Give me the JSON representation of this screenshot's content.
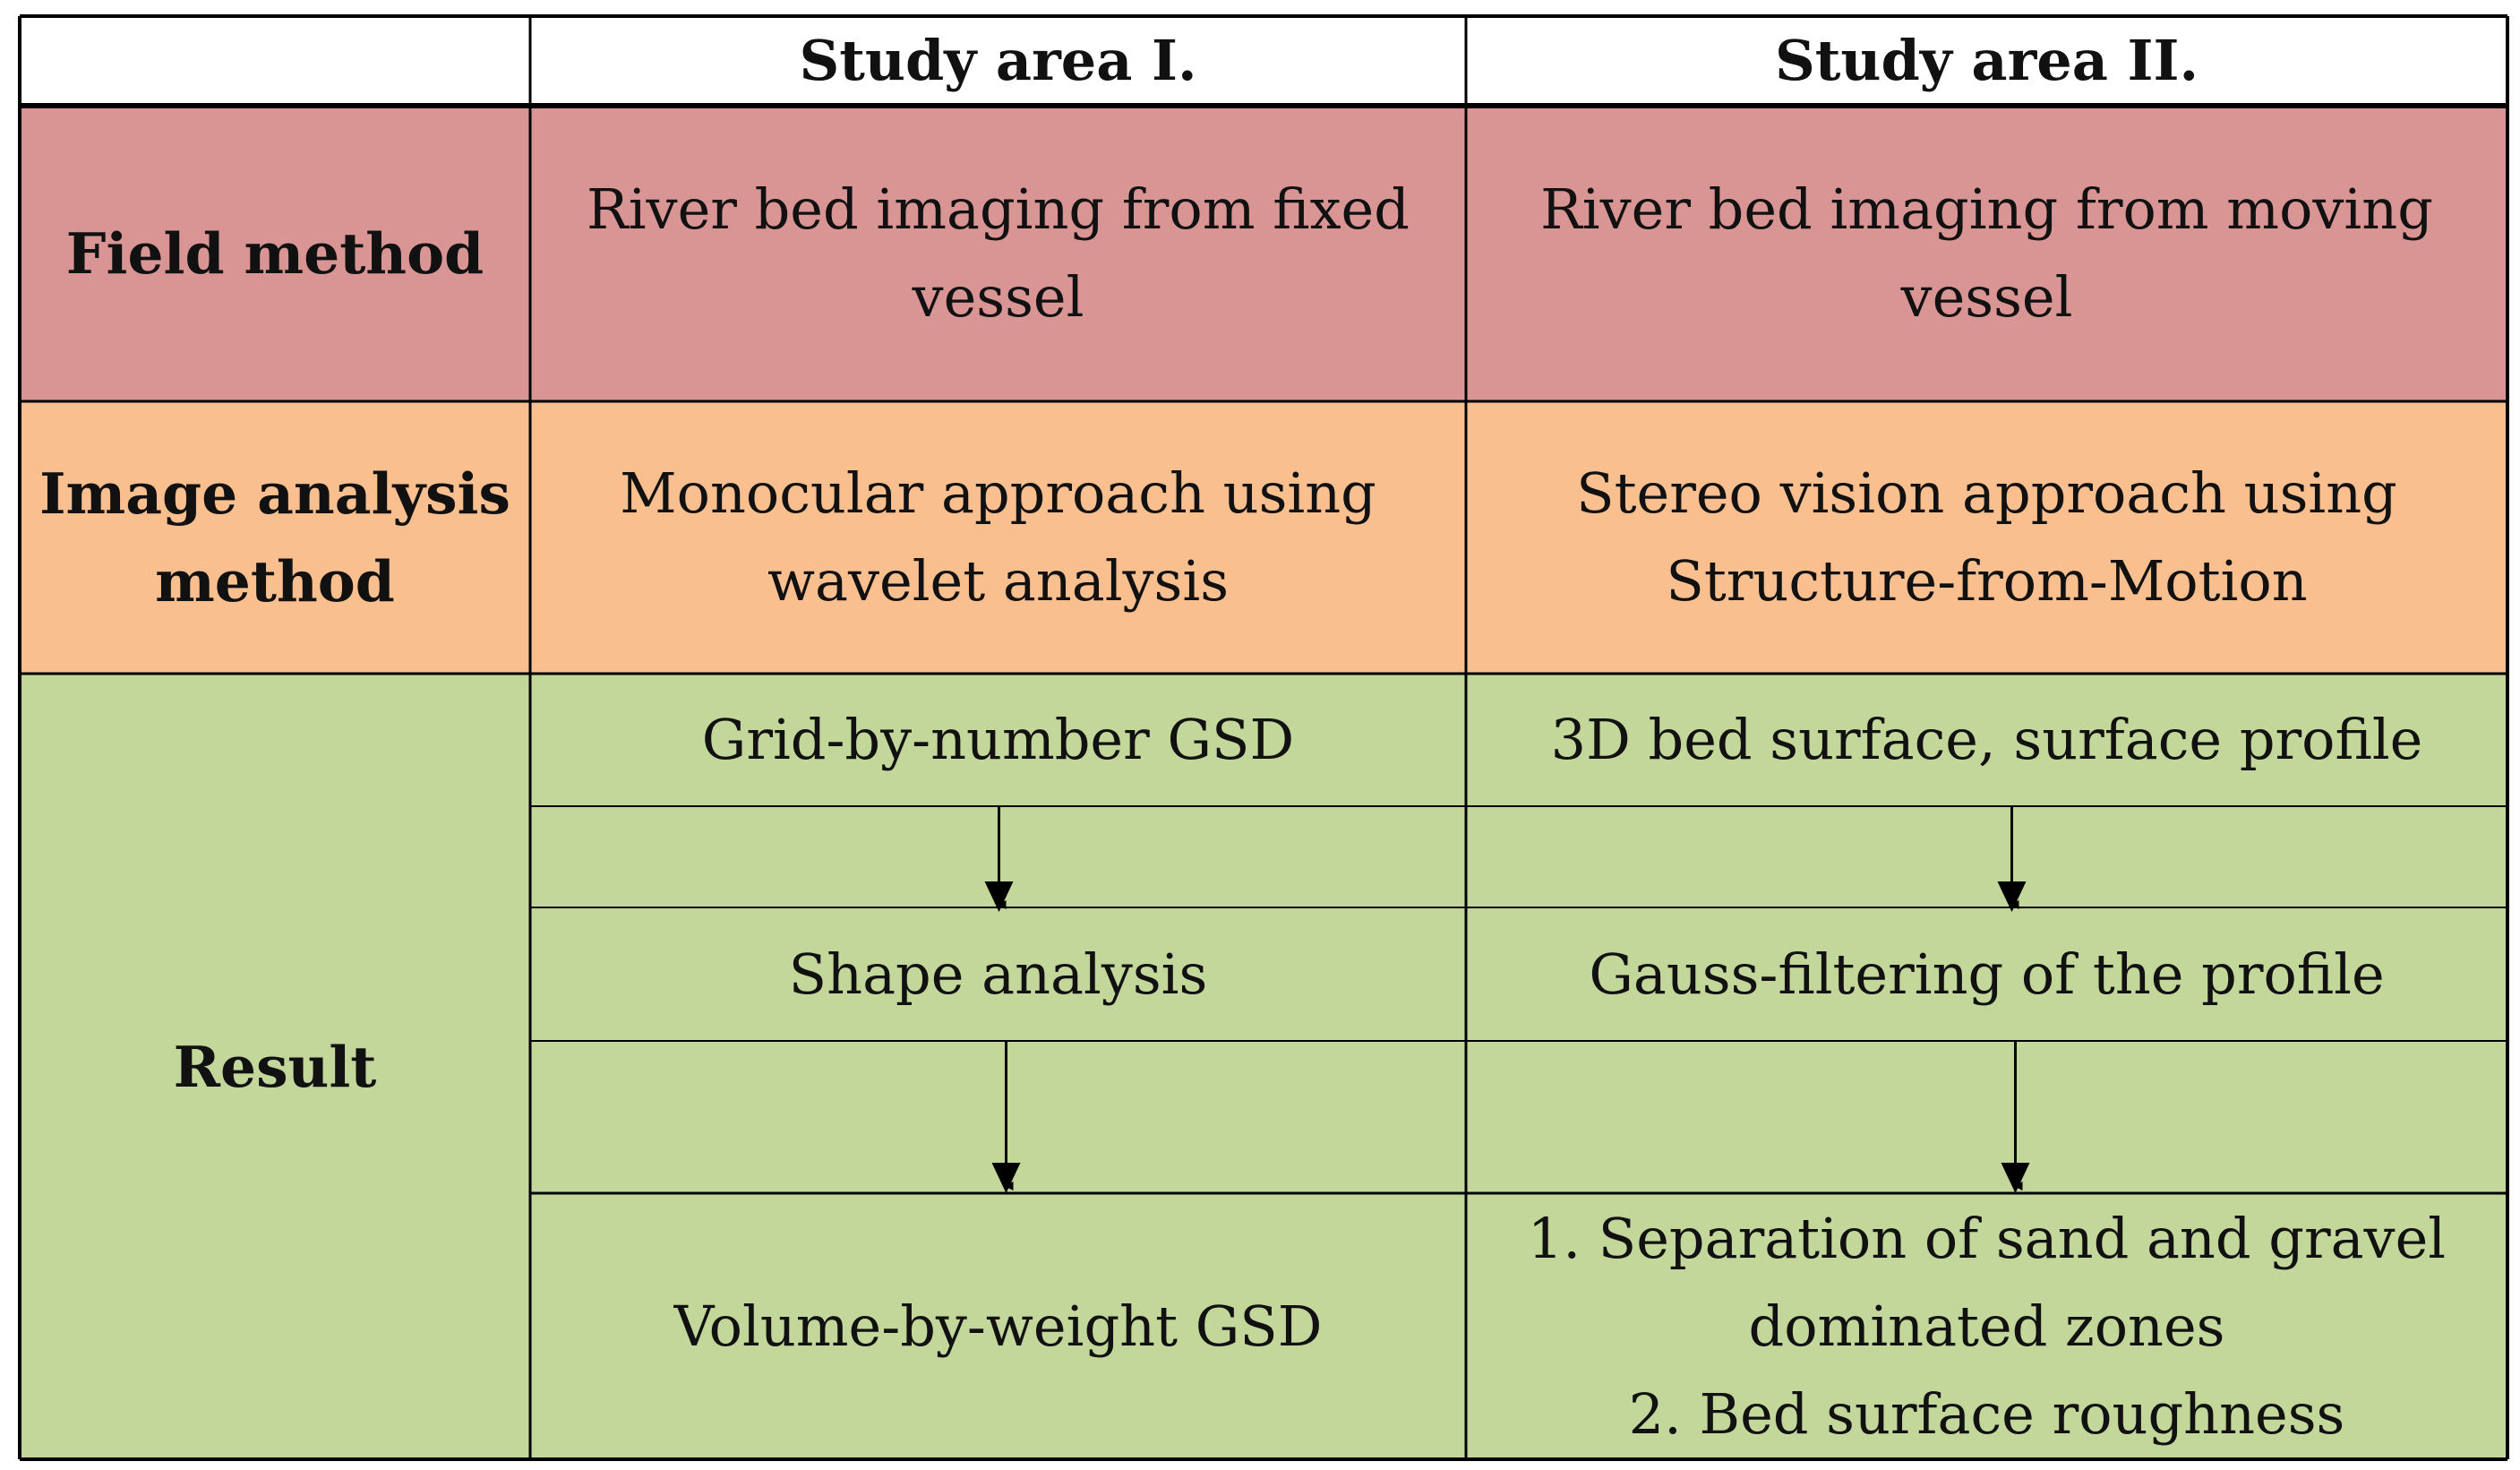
{
  "colors": {
    "header_bg": "#ffffff",
    "field_bg": "#d99594",
    "analysis_bg": "#f9bf8f",
    "result_bg": "#c4d79b",
    "border": "#000000",
    "arrow": "#000000"
  },
  "header": {
    "corner": "",
    "area1": "Study area I.",
    "area2": "Study area II."
  },
  "rows": {
    "field": {
      "label": "Field method",
      "area1": "River bed imaging from fixed\nvessel",
      "area2": "River bed imaging from moving\nvessel"
    },
    "analysis": {
      "label": "Image analysis\nmethod",
      "area1": "Monocular approach using\nwavelet analysis",
      "area2": "Stereo vision approach using\nStructure-from-Motion"
    },
    "result": {
      "label": "Result",
      "area1": {
        "step1": "Grid-by-number GSD",
        "step2": "Shape analysis",
        "step3": "Volume-by-weight GSD"
      },
      "area2": {
        "step1": "3D bed surface, surface profile",
        "step2": "Gauss-filtering of the profile",
        "step3": "1. Separation of sand and gravel\ndominated zones\n2. Bed surface roughness"
      }
    }
  }
}
